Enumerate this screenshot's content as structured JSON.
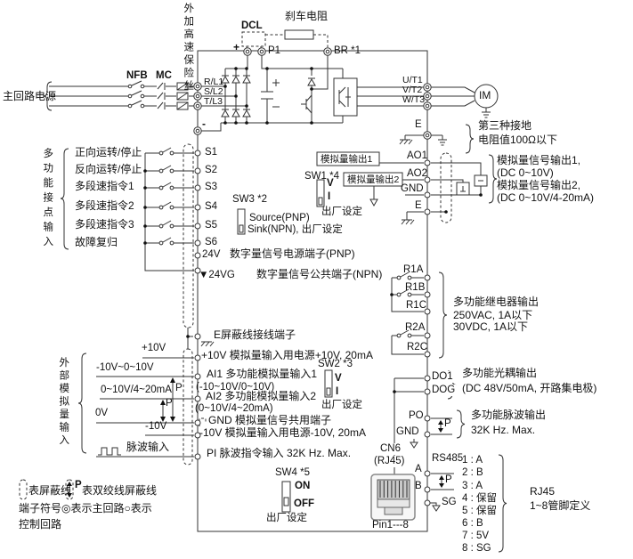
{
  "power": {
    "fuse_note": "外加高速保险丝",
    "mains": "主回路电源",
    "nfb": "NFB",
    "mc": "MC",
    "phases": [
      "R/L1",
      "S/L2",
      "T/L3"
    ],
    "dcl": "DCL",
    "brake_resistor": "刹车电阻",
    "plus": "+",
    "minus": "-",
    "p1": "P1",
    "br": "BR  *1",
    "outputs": [
      "U/T1",
      "V/T2",
      "W/T3"
    ],
    "motor": "IM",
    "earth": "E",
    "earth_note1": "第三种接地",
    "earth_note2": "电阻值100Ω以下"
  },
  "analog_out": {
    "box1": "模拟量输出1",
    "box2": "模拟量输出2",
    "sw1": "SW1 *4",
    "v": "V",
    "i": "I",
    "factory": "出厂设定",
    "ao1": "AO1",
    "ao2": "AO2",
    "gnd": "GND",
    "e": "E",
    "note1": "模拟量信号输出1,",
    "note2": "(DC 0~10V)",
    "note3": "模拟量信号输出2,",
    "note4": "(DC 0~10V/4-20mA)"
  },
  "digital_in": {
    "group": "多功能接点输入",
    "functions": [
      "正向运转/停止",
      "反向运转/停止",
      "多段速指令1",
      "多段速指令2",
      "多段速指令3",
      "故障复归"
    ],
    "terminals": [
      "S1",
      "S2",
      "S3",
      "S4",
      "S5",
      "S6"
    ],
    "sw3": "SW3 *2",
    "source": "Source(PNP)",
    "sink": "Sink(NPN), 出厂设定",
    "v24": "24V",
    "v24_desc": "数字量信号电源端子(PNP)",
    "v24g": "▼24VG",
    "v24g_desc": "数字量信号公共端子(NPN)"
  },
  "analog_in": {
    "group": "外部模拟量输入",
    "e_shield": "E屏蔽线接线端子",
    "p10v": "+10V",
    "p10v_desc": "+10V 模拟量输入用电源+10V, 20mA",
    "range1": "-10V~0~10V",
    "ai1": "AI1 多功能模拟量输入1",
    "ai1_range": "(-10~10V/0~10V)",
    "range2": "0~10V/4~20mA",
    "ai2": "AI2 多功能模拟量输入2",
    "ai2_range": "(0~10V/4~20mA)",
    "zero": "0V",
    "gnd": "GND 模拟量信号共用端子",
    "n10v": "-10V",
    "n10v_desc": "-10V 模拟量输入用电源-10V, 20mA",
    "pulse": "脉波输入",
    "pi": "PI 脉波指令输入 32K Hz. Max.",
    "p": "P",
    "sw2": "SW2 *3",
    "v": "V",
    "i": "I",
    "factory": "出厂设定"
  },
  "relay": {
    "r1a": "R1A",
    "r1b": "R1B",
    "r1c": "R1C",
    "r2a": "R2A",
    "r2c": "R2C",
    "note1": "多功能继电器输出",
    "note2": "250VAC, 1A以下",
    "note3": "30VDC, 1A以下"
  },
  "opto": {
    "do1": "DO1",
    "dog": "DOG",
    "note1": "多功能光耦输出",
    "note2": "(DC 48V/50mA, 开路集电极)"
  },
  "pulse_out": {
    "po": "PO",
    "gnd": "GND",
    "p": "P",
    "note1": "多功能脉波输出",
    "note2": "32K Hz. Max."
  },
  "comm": {
    "sw4": "SW4 *5",
    "on": "ON",
    "off": "OFF",
    "factory": "出厂设定",
    "cn6": "CN6",
    "rj45": "(RJ45)",
    "pin18": "Pin1---8",
    "a": "A",
    "b": "B",
    "rs485": "RS485",
    "p": "P",
    "sg": "SG",
    "pins": [
      "1 : A",
      "2 : B",
      "3 : A",
      "4 : 保留",
      "5 : 保留",
      "6 : B",
      "7 : 5V",
      "8 : SG"
    ],
    "note1": "RJ45",
    "note2": "1~8管脚定义"
  },
  "legend": {
    "shield": "表屏蔽线",
    "p": "P",
    "twisted": "表双绞线屏蔽线",
    "line2": "端子符号◎表示主回路○表示",
    "line3": "控制回路"
  }
}
